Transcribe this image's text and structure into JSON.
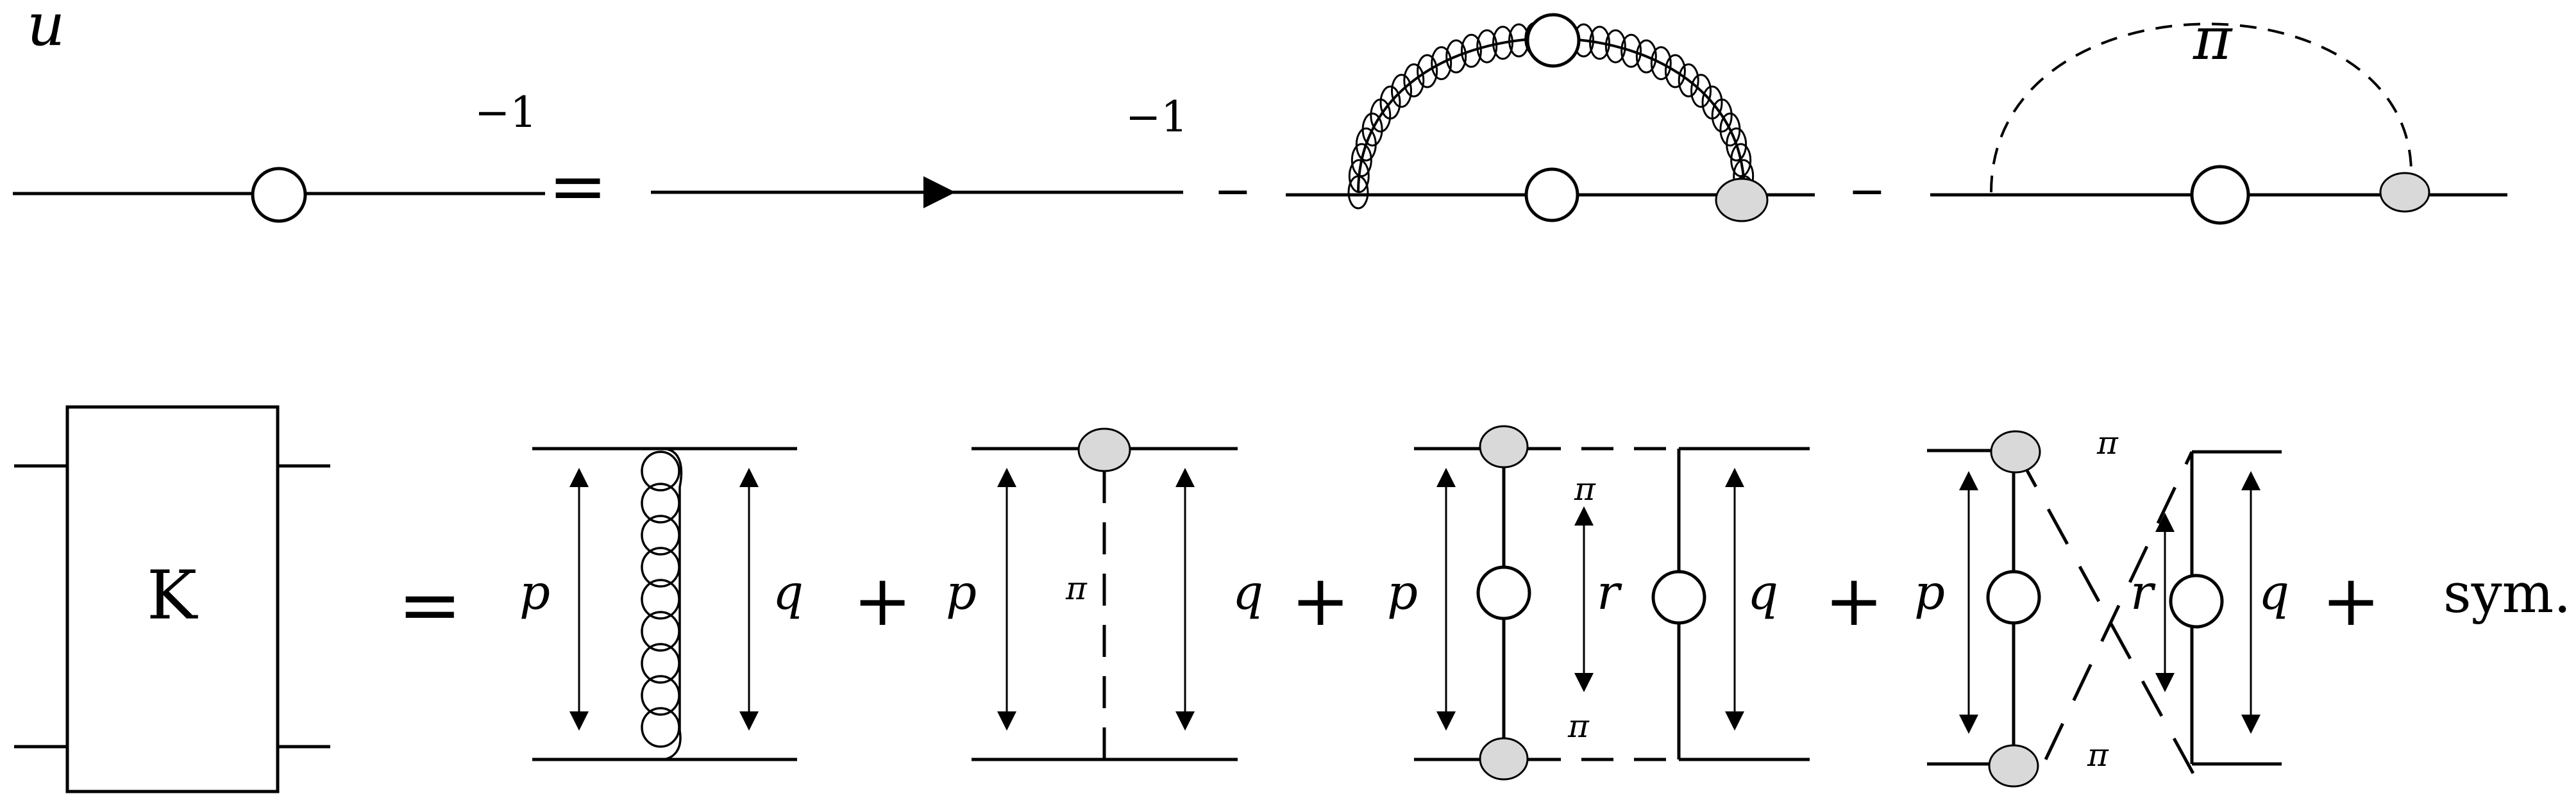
{
  "row1": {
    "flavor_label": "u",
    "lhs_exponent": "−1",
    "rhs_exponent": "−1",
    "minus_1": "−",
    "minus_2": "−",
    "pion_label": "π",
    "equals": "="
  },
  "row2": {
    "kernel_label": "K",
    "equals": "=",
    "plus_1": "+",
    "plus_2": "+",
    "plus_3": "+",
    "plus_4": "+",
    "sym": "sym.",
    "d1": {
      "p": "p",
      "q": "q"
    },
    "d2": {
      "p": "p",
      "pi": "π",
      "q": "q"
    },
    "d3": {
      "p": "p",
      "pi_top": "π",
      "r": "r",
      "pi_bottom": "π",
      "q": "q"
    },
    "d4": {
      "p": "p",
      "pi_top": "π",
      "r": "r",
      "pi_bottom": "π",
      "q": "q"
    }
  },
  "colors": {
    "line": "#000000",
    "blob_fill": "#d9d9d9",
    "node_fill": "#ffffff"
  }
}
